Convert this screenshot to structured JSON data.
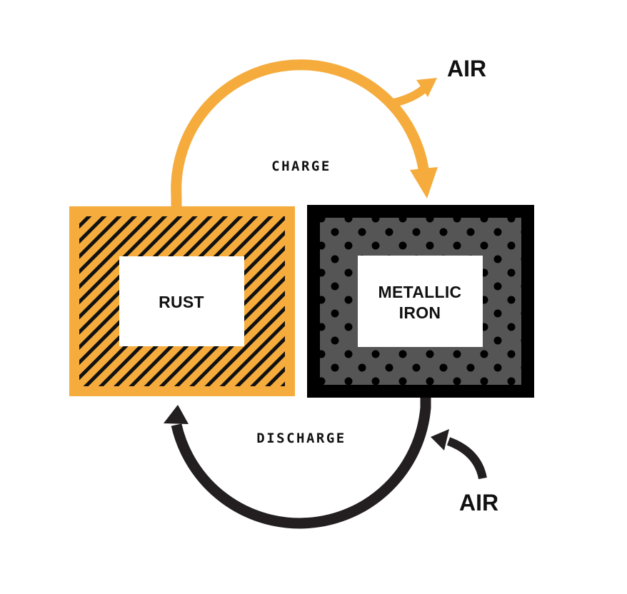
{
  "colors": {
    "rust": "#F5AC3D",
    "iron": "#000000",
    "iron_fill": "#555555",
    "discharge_arrow": "#231F20",
    "label_text": "#111111",
    "background": "#FFFFFF"
  },
  "rust_box": {
    "label": "RUST"
  },
  "iron_box": {
    "label_line1": "METALLIC",
    "label_line2": "IRON"
  },
  "charge": {
    "label": "CHARGE",
    "air_label": "AIR"
  },
  "discharge": {
    "label": "DISCHARGE",
    "air_label": "AIR"
  }
}
